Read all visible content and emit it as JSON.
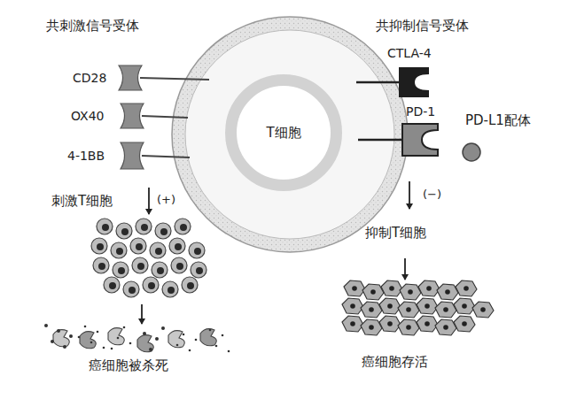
{
  "diagram": {
    "nodes": [
      {
        "text": [
          "T细胞"
        ]
      }
    ],
    "labels": [
      "共刺激信号受体",
      "CD28",
      "OX40",
      "4-1BB",
      "共抑制信号受体",
      "CTLA-4",
      "PD-1",
      "PD-L1配体",
      "刺激T细胞",
      "(+)",
      "癌细胞被杀死",
      "(−)",
      "抑制T细胞",
      "癌细胞存活"
    ]
  }
}
